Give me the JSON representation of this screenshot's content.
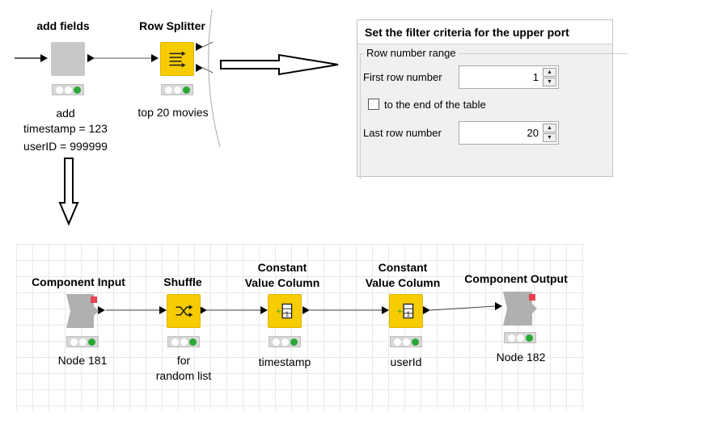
{
  "top_workflow": {
    "add_fields": {
      "title": "add fields",
      "label_lines": [
        "add",
        "timestamp = 123",
        "userID = 999999"
      ]
    },
    "row_splitter": {
      "title": "Row Splitter",
      "label": "top 20 movies"
    }
  },
  "dialog": {
    "header": "Set the filter criteria for the upper port",
    "group_label": "Row number range",
    "first_row_label": "First row number",
    "first_row_value": "1",
    "end_of_table_label": "to the end of the table",
    "end_of_table_checked": false,
    "last_row_label": "Last row number",
    "last_row_value": "20"
  },
  "component": {
    "nodes": [
      {
        "title": "Component Input",
        "label_lines": [
          "Node 181"
        ]
      },
      {
        "title": "Shuffle",
        "label_lines": [
          "for",
          "random list"
        ]
      },
      {
        "title_lines": [
          "Constant",
          "Value Column"
        ],
        "label_lines": [
          "timestamp"
        ]
      },
      {
        "title_lines": [
          "Constant",
          "Value Column"
        ],
        "label_lines": [
          "userId"
        ]
      },
      {
        "title": "Component Output",
        "label_lines": [
          "Node 182"
        ]
      }
    ]
  },
  "colors": {
    "node_yellow": "#f7cc00",
    "node_gray": "#c8c8c8",
    "status_green": "#2aa836",
    "port_red": "#e8414f"
  },
  "icons": [
    "row-splitter-icon",
    "shuffle-icon",
    "constant-value-icon",
    "component-input-icon",
    "component-output-icon"
  ]
}
